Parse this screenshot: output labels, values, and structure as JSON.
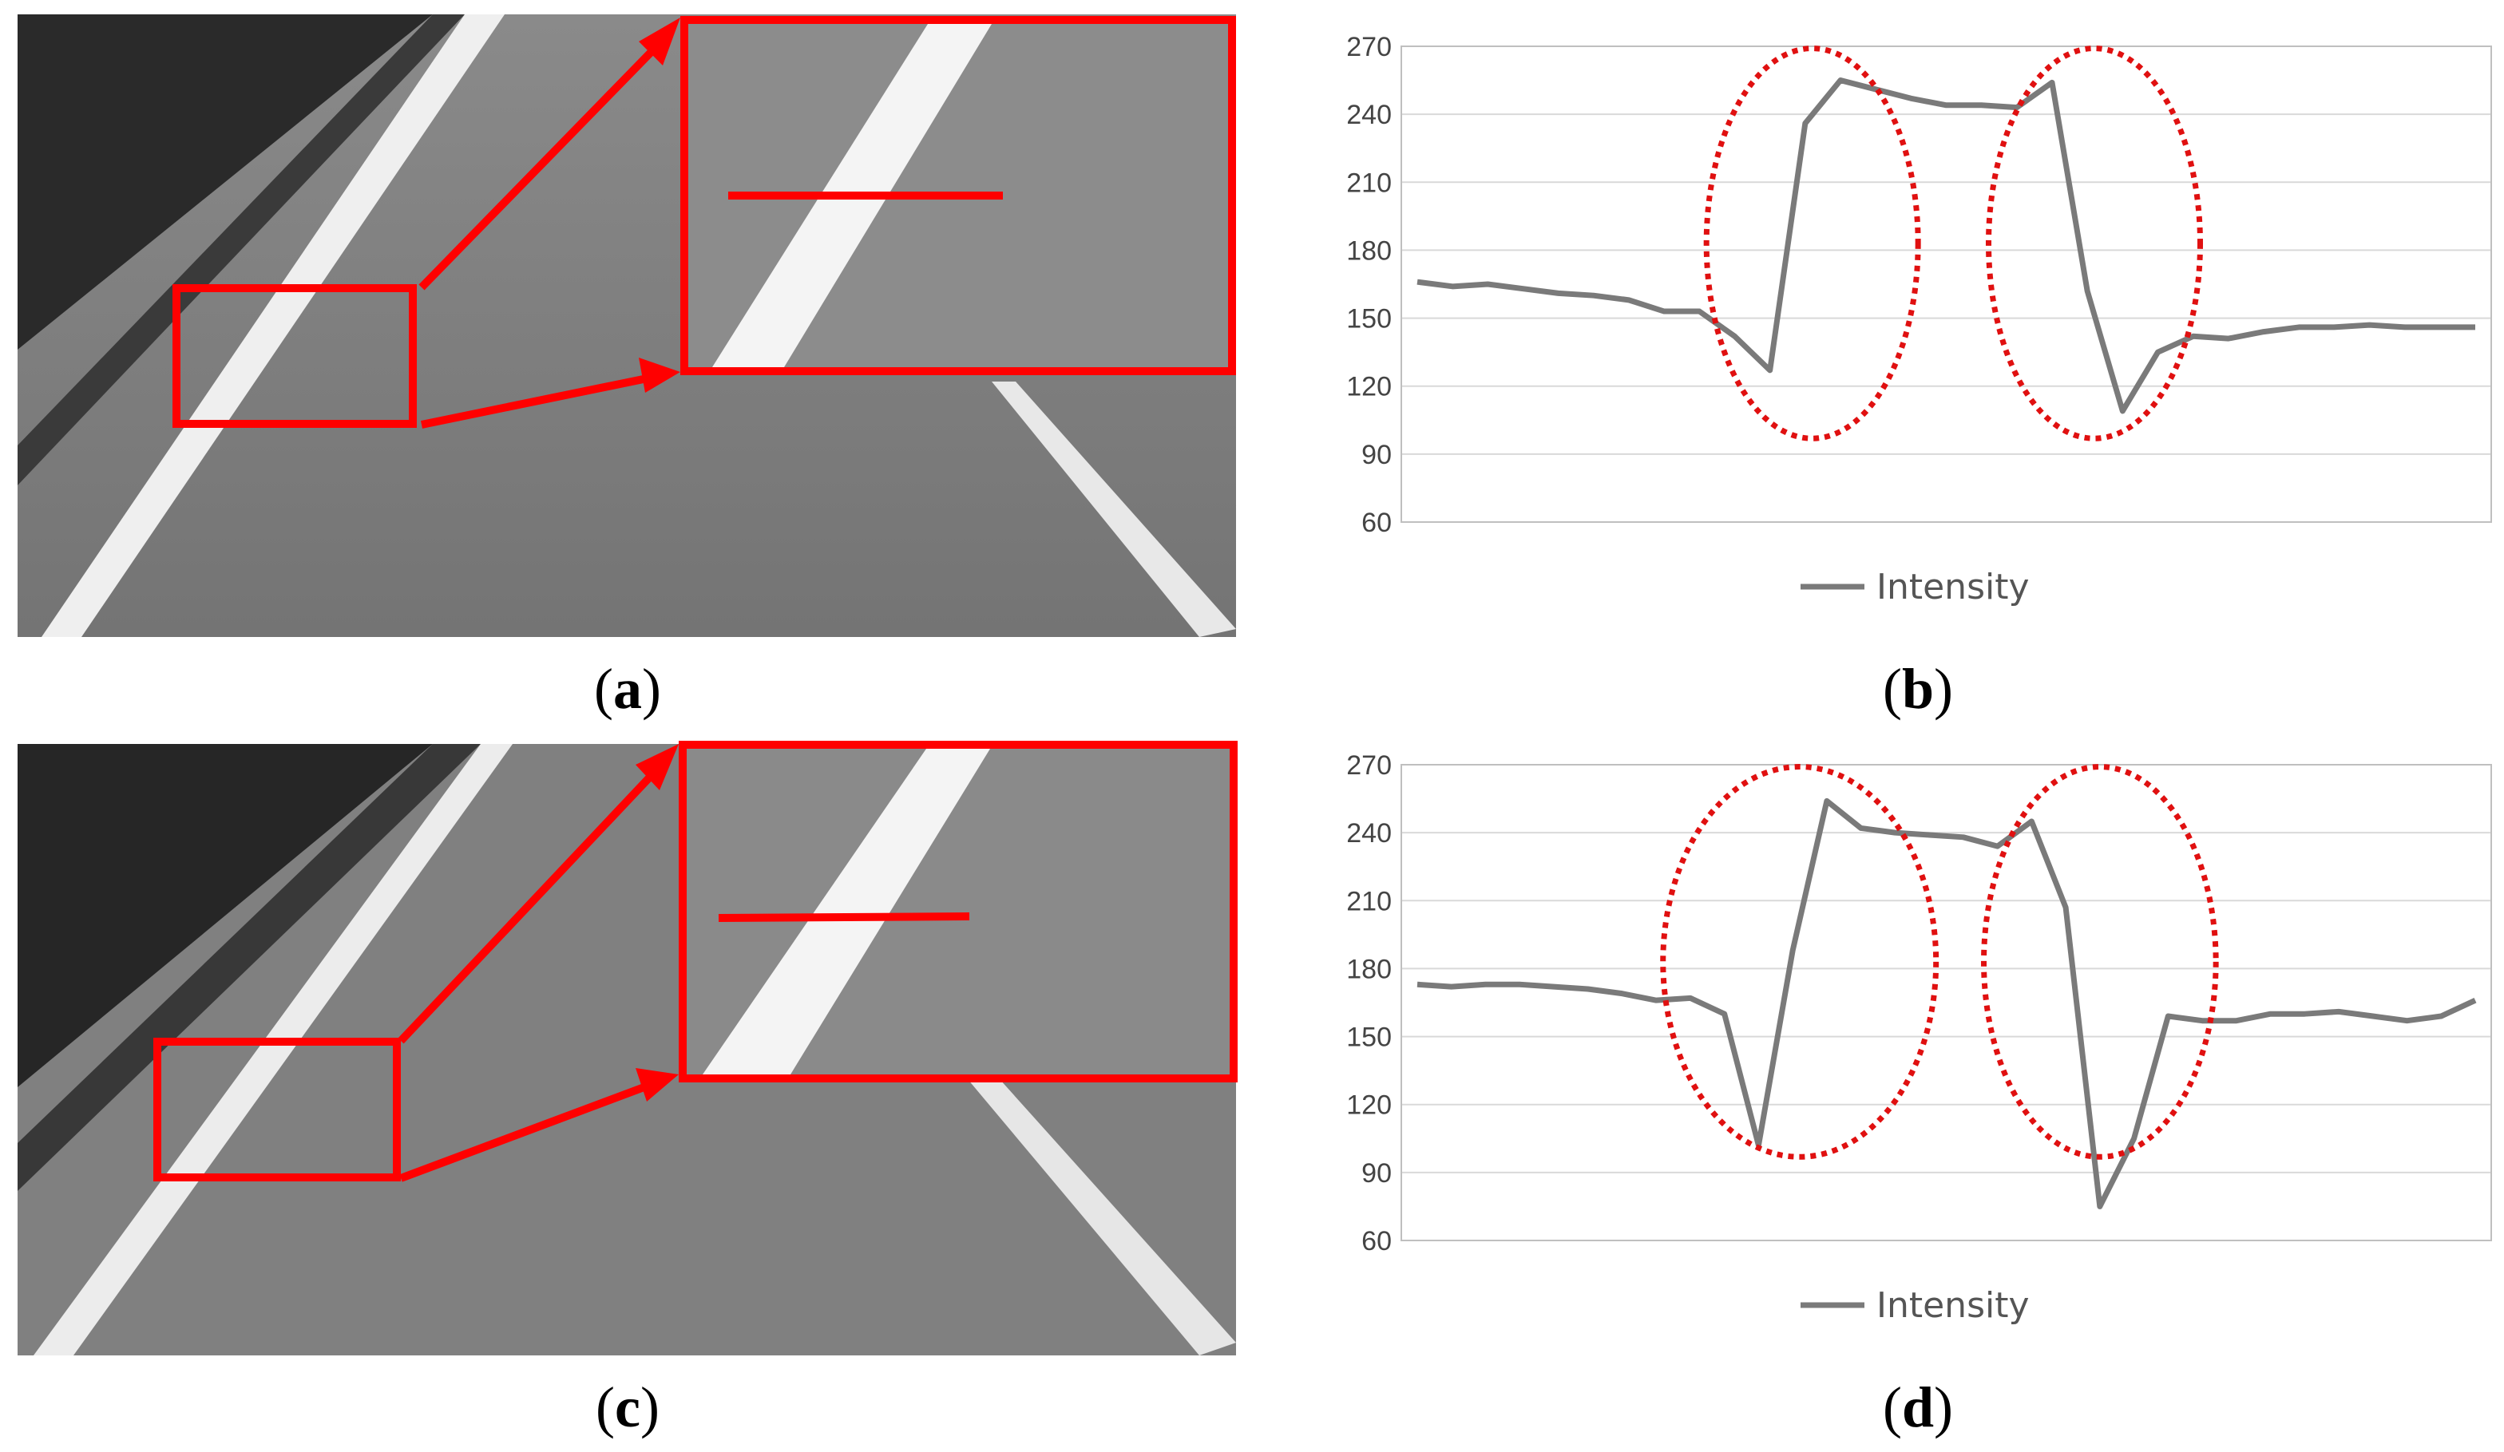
{
  "panels": [
    {
      "label_open": "(",
      "label_letter": "a",
      "label_close": ")"
    },
    {
      "label_open": "(",
      "label_letter": "b",
      "label_close": ")"
    },
    {
      "label_open": "(",
      "label_letter": "c",
      "label_close": ")"
    },
    {
      "label_open": "(",
      "label_letter": "d",
      "label_close": ")"
    }
  ],
  "colors": {
    "line": "#7a7a7a",
    "highlight": "#ff0000",
    "ellipse": "#e01010",
    "grid": "#d9d9d9",
    "frame": "#bfbfbf"
  },
  "chart_data": [
    {
      "type": "line",
      "ylim": [
        60,
        270
      ],
      "yticks": [
        60,
        90,
        120,
        150,
        180,
        210,
        240,
        270
      ],
      "grid": true,
      "legend_position": "bottom-center",
      "series": [
        {
          "name": "Intensity",
          "values": [
            166,
            164,
            165,
            163,
            161,
            160,
            158,
            153,
            153,
            142,
            127,
            236,
            255,
            251,
            247,
            244,
            244,
            243,
            254,
            162,
            109,
            135,
            142,
            141,
            144,
            146,
            146,
            147,
            146,
            146,
            146
          ]
        }
      ],
      "annotations": [
        "dotted ellipse around falling-rising edge",
        "dotted ellipse around falling edge"
      ]
    },
    {
      "type": "line",
      "ylim": [
        60,
        270
      ],
      "yticks": [
        60,
        90,
        120,
        150,
        180,
        210,
        240,
        270
      ],
      "grid": true,
      "legend_position": "bottom-center",
      "series": [
        {
          "name": "Intensity",
          "values": [
            173,
            172,
            173,
            173,
            172,
            171,
            169,
            166,
            167,
            160,
            102,
            188,
            254,
            242,
            240,
            239,
            238,
            234,
            245,
            207,
            75,
            105,
            159,
            157,
            157,
            160,
            160,
            161,
            159,
            157,
            159,
            166
          ]
        }
      ],
      "annotations": [
        "dotted ellipse around falling-rising edge",
        "dotted ellipse around falling edge"
      ]
    }
  ]
}
